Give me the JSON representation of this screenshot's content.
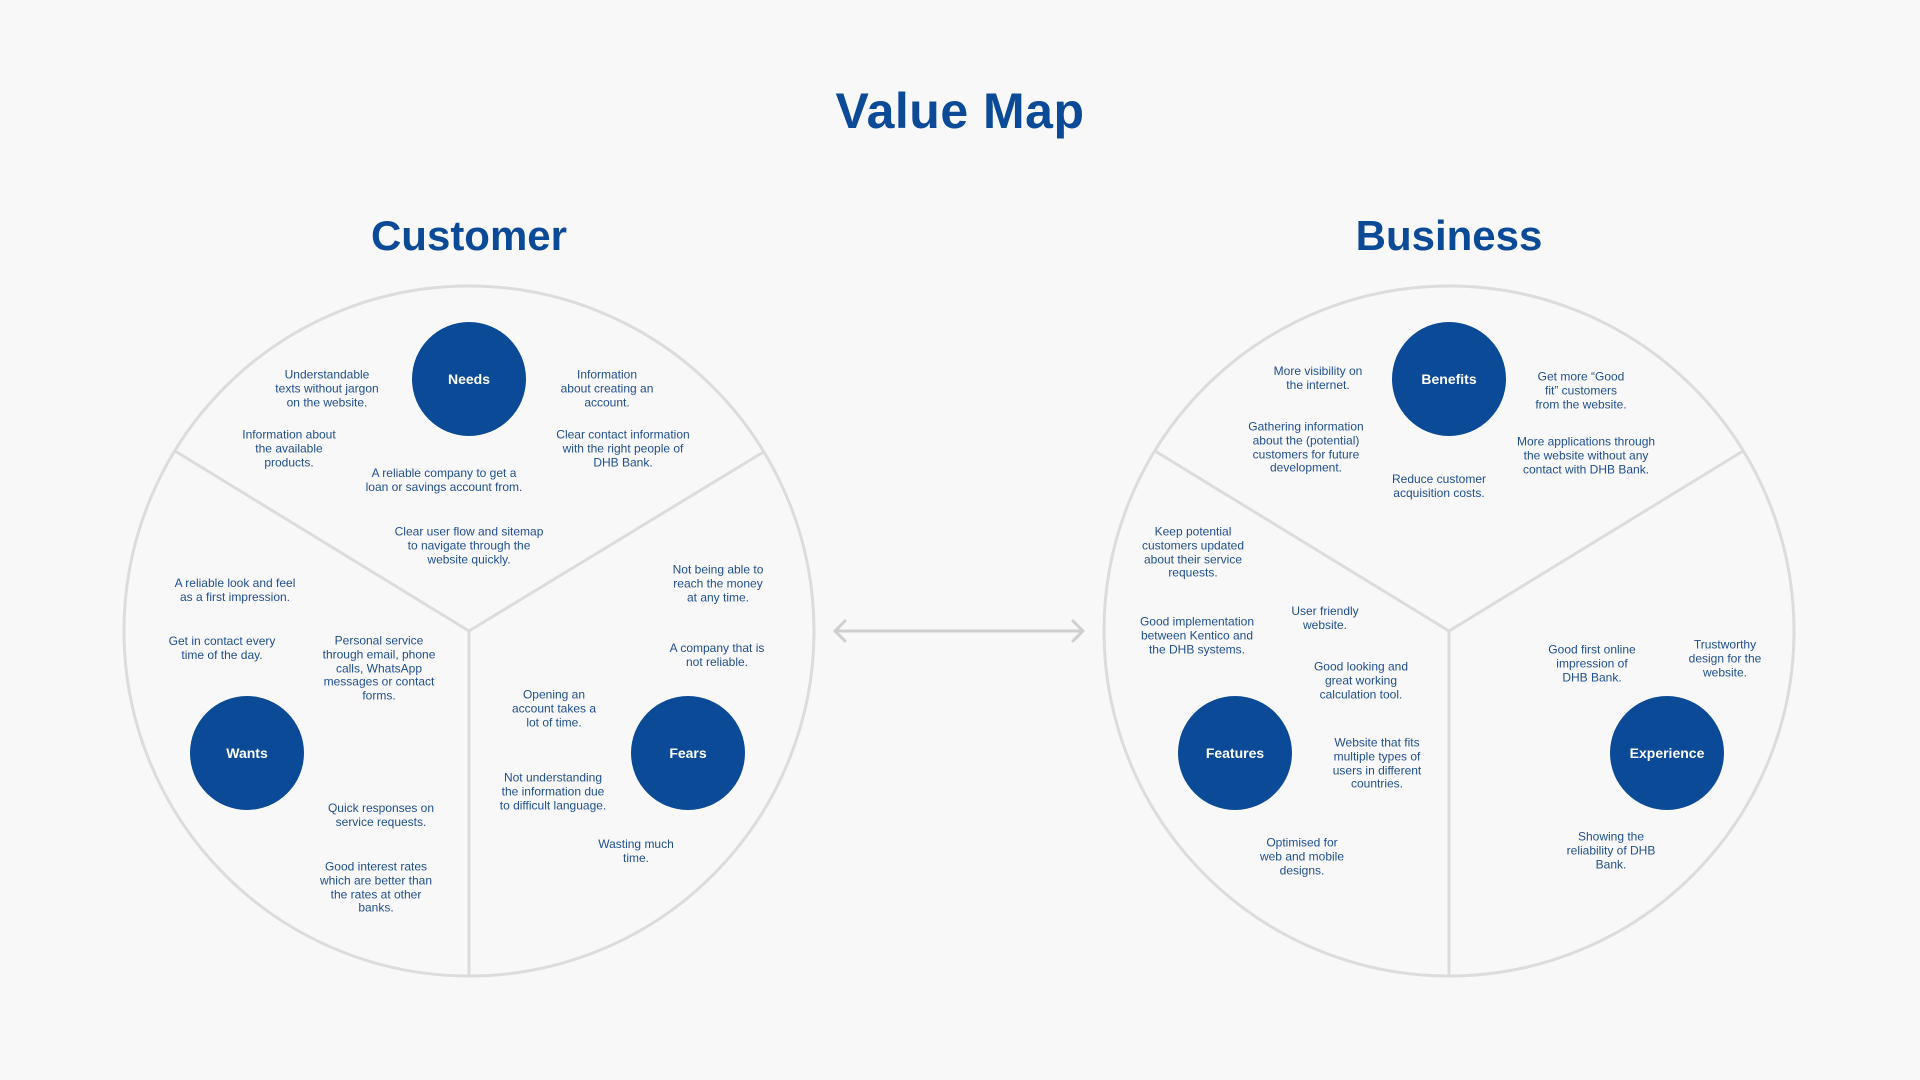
{
  "page_title": "Value Map",
  "colors": {
    "primary": "#0b4a96",
    "text": "#1f4f8f",
    "lines": "#dcdcdc",
    "background": "#f8f8f8"
  },
  "connector": {
    "type": "double-arrow",
    "icon": "left-right-arrow-icon"
  },
  "customer": {
    "title": "Customer",
    "needs": {
      "label": "Needs",
      "notes": [
        "Understandable\ntexts without jargon\non the website.",
        "Information\nabout creating an\naccount.",
        "Information about\nthe available\nproducts.",
        "Clear contact information\nwith the right people of\nDHB Bank.",
        "A reliable company to get a\nloan or savings account from.",
        "Clear user flow and sitemap\nto navigate through the\nwebsite quickly."
      ]
    },
    "wants": {
      "label": "Wants",
      "notes": [
        "A reliable look and feel\nas a first impression.",
        "Get in contact every\ntime of the day.",
        "Personal service\nthrough email, phone\ncalls, WhatsApp\nmessages or contact\nforms.",
        "Quick responses on\nservice requests.",
        "Good interest rates\nwhich are better than\nthe rates at other\nbanks."
      ]
    },
    "fears": {
      "label": "Fears",
      "notes": [
        "Not being able to\nreach the money\nat any time.",
        "A company that is\nnot reliable.",
        "Opening an\naccount takes a\nlot of time.",
        "Not understanding\nthe information due\nto difficult language.",
        "Wasting much\ntime."
      ]
    }
  },
  "business": {
    "title": "Business",
    "benefits": {
      "label": "Benefits",
      "notes": [
        "More visibility on\nthe internet.",
        "Get more “Good\nfit” customers\nfrom the website.",
        "Gathering information\nabout the (potential)\ncustomers for future\ndevelopment.",
        "More applications through\nthe website without any\ncontact with DHB Bank.",
        "Reduce customer\nacquisition costs."
      ]
    },
    "features": {
      "label": "Features",
      "notes": [
        "Keep potential\ncustomers updated\nabout their service\nrequests.",
        "Good implementation\nbetween Kentico and\nthe DHB systems.",
        "User friendly\nwebsite.",
        "Good looking and\ngreat working\ncalculation tool.",
        "Website that fits\nmultiple types of\nusers in different\ncountries.",
        "Optimised for\nweb and mobile\ndesigns."
      ]
    },
    "experience": {
      "label": "Experience",
      "notes": [
        "Good first online\nimpression of\nDHB Bank.",
        "Trustworthy\ndesign for the\nwebsite.",
        "Showing the\nreliability of DHB\nBank."
      ]
    }
  }
}
